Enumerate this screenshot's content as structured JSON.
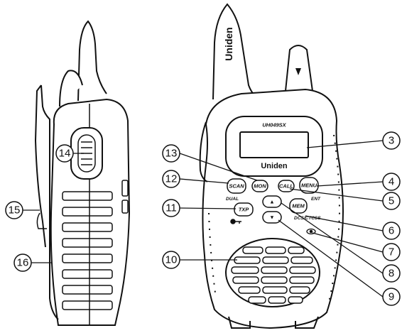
{
  "device": {
    "model": "UH049SX",
    "brand": "Uniden",
    "antenna_brand": "Uniden"
  },
  "buttons": {
    "scan": "SCAN",
    "mon": "MON",
    "call": "CALL",
    "menu": "MENU",
    "txp": "TXP",
    "mem": "MEM",
    "up": "▲",
    "down": "▼"
  },
  "sublabels": {
    "dual": "DUAL",
    "ent": "ENT",
    "dcs": "DCS/CTCSS"
  },
  "callouts": [
    "3",
    "4",
    "5",
    "6",
    "7",
    "8",
    "9",
    "10",
    "11",
    "12",
    "13",
    "14",
    "15",
    "16"
  ]
}
